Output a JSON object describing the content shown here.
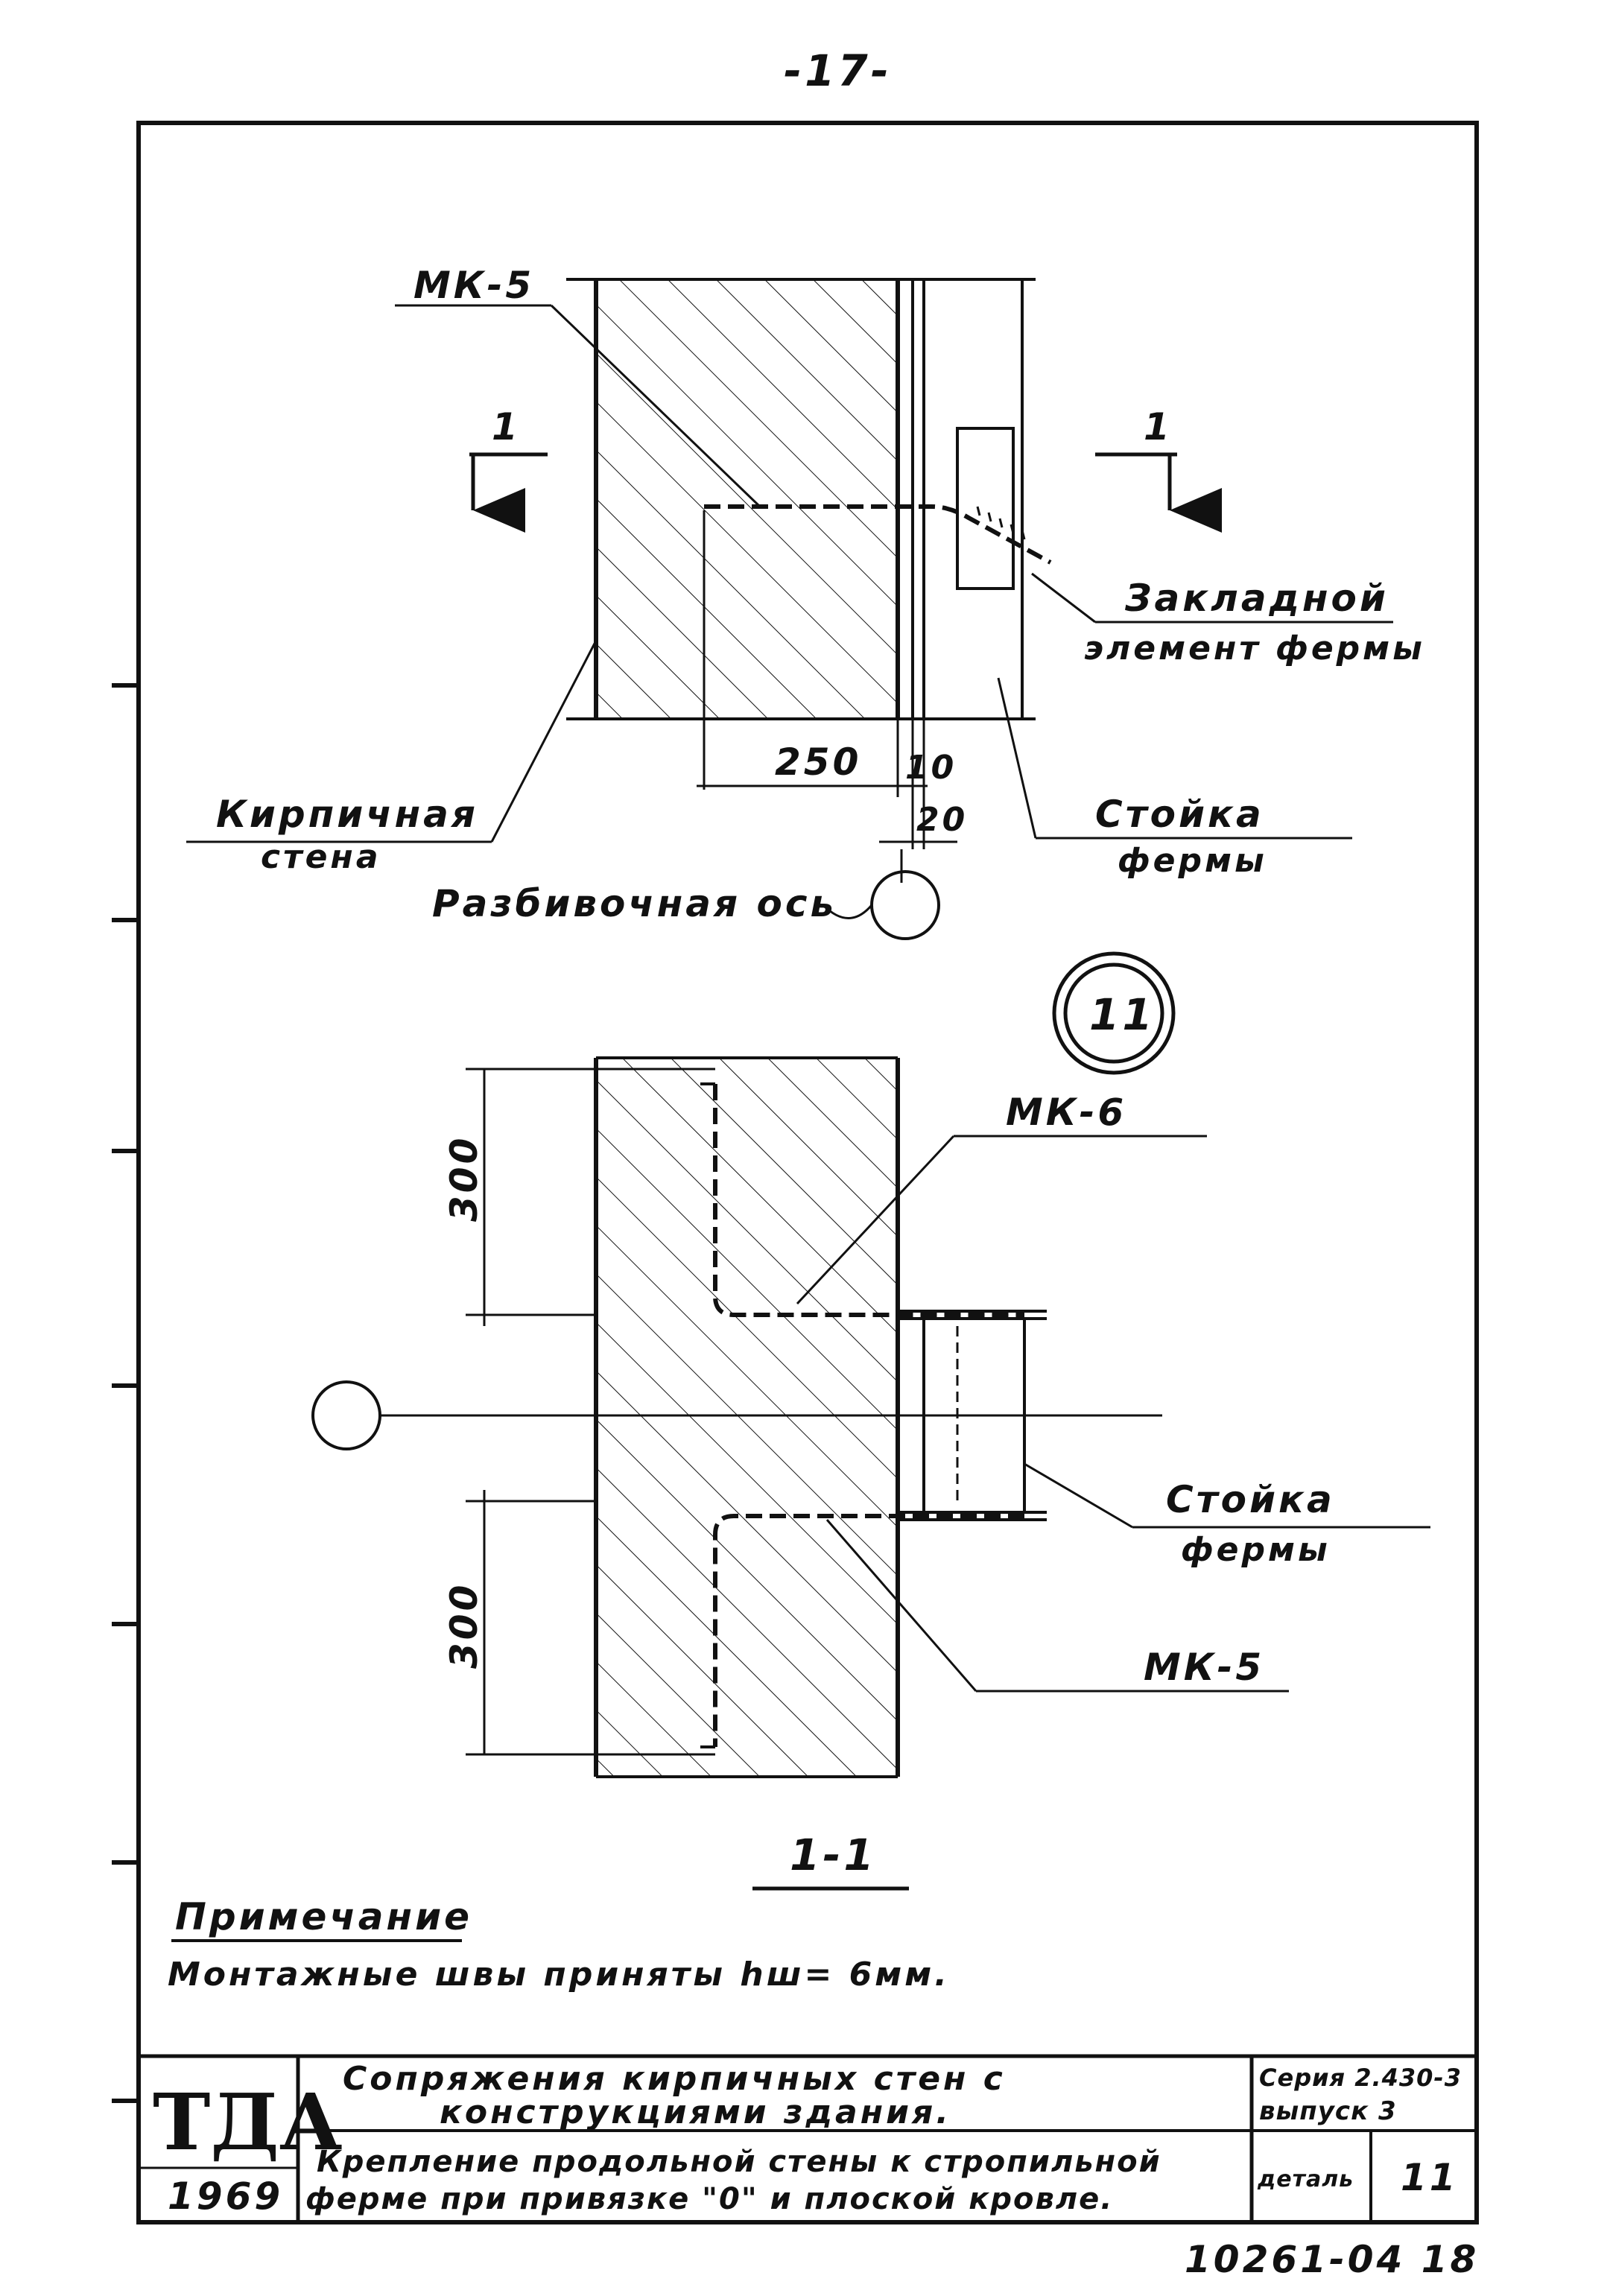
{
  "page_number": "-17-",
  "top_view": {
    "callout_top": "МК-5",
    "section_left": "1",
    "section_right": "1",
    "embedded_line1": "Закладной",
    "embedded_line2": "элемент фермы",
    "wall_line1": "Кирпичная",
    "wall_line2": "стена",
    "dim_250": "250",
    "dim_10": "10",
    "dim_20": "20",
    "post_line1": "Стойка",
    "post_line2": "фермы",
    "axis_label": "Разбивочная ось"
  },
  "detail_number": "11",
  "section_view": {
    "callout_top": "МК-6",
    "dim_top": "300",
    "dim_bottom": "300",
    "post_line1": "Стойка",
    "post_line2": "фермы",
    "callout_bottom": "МК-5",
    "section_title": "1-1"
  },
  "note": {
    "title": "Примечание",
    "text": "Монтажные швы приняты hш= 6мм."
  },
  "title_block": {
    "logo": "ТДА",
    "year": "1969",
    "title_line1": "Сопряжения кирпичных стен с",
    "title_line2": "конструкциями здания.",
    "subtitle_line1": "Крепление продольной стены к стропильной",
    "subtitle_line2": "ферме при привязке \"0\" и плоской кровле.",
    "series": "Серия 2.430-3",
    "issue": "выпуск 3",
    "detail_label": "деталь",
    "detail_value": "11"
  },
  "doc_code": "10261-04 18"
}
